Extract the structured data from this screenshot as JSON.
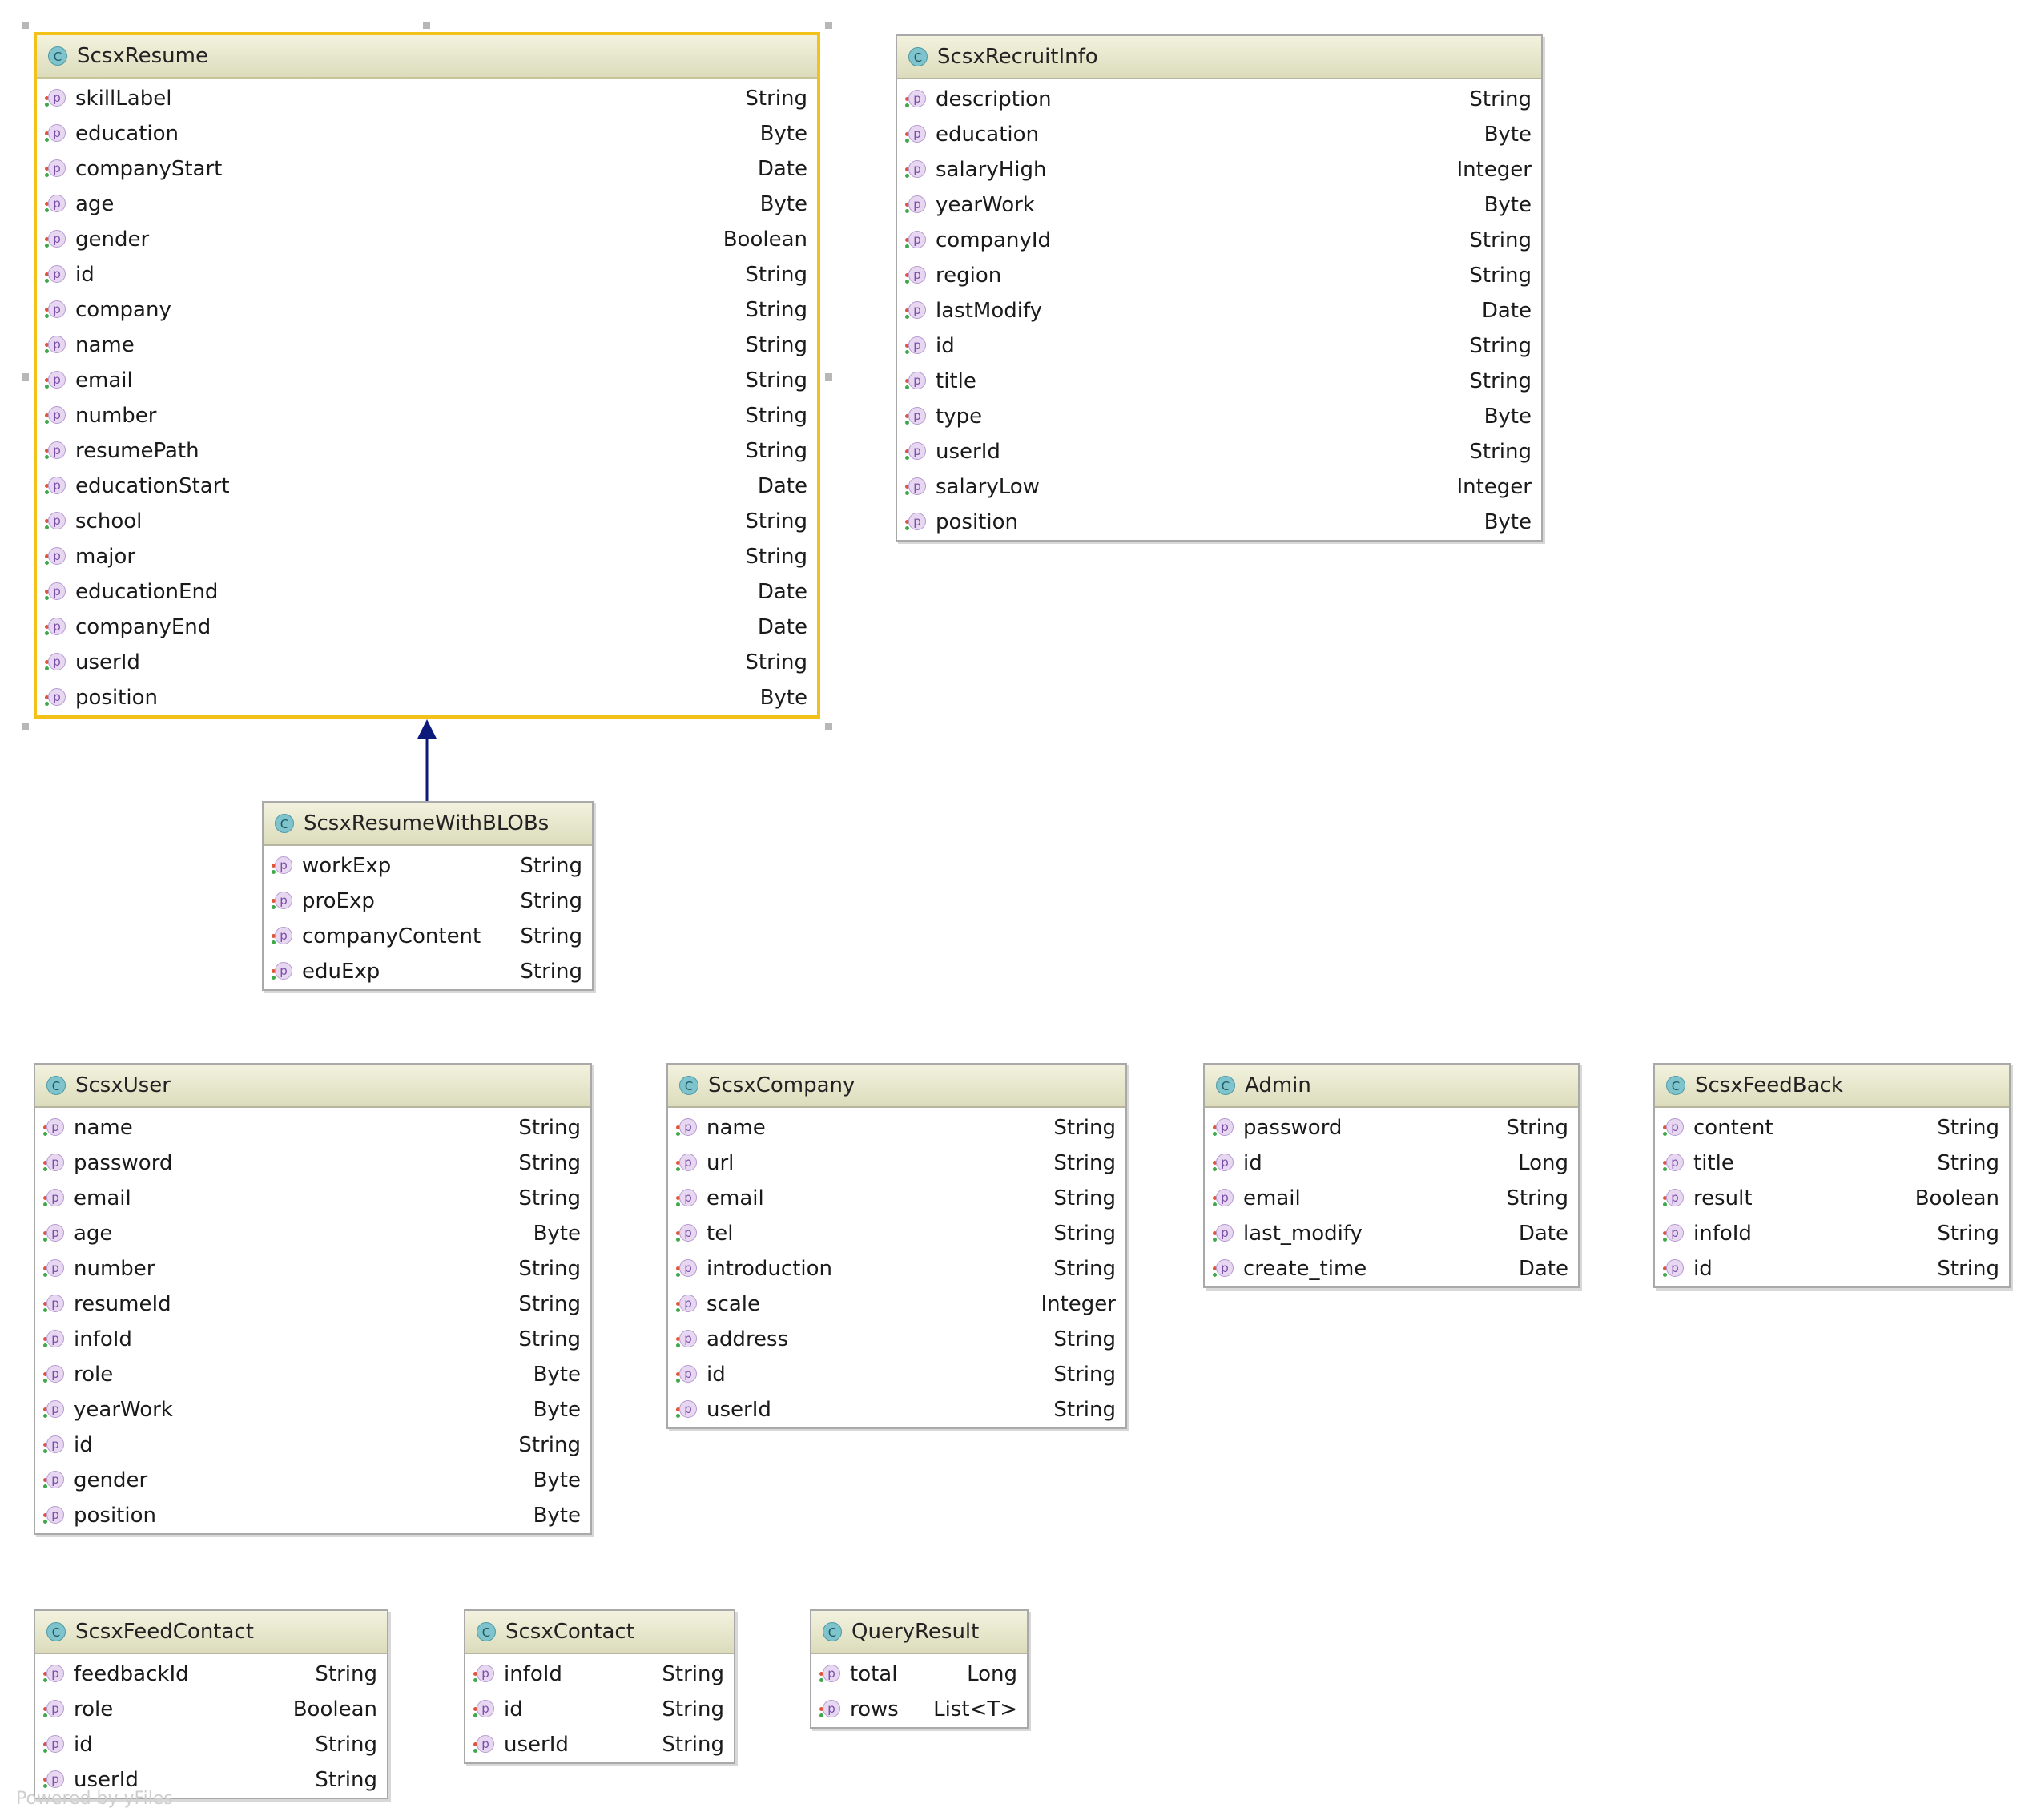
{
  "diagram": {
    "classes": [
      {
        "id": "ScsxResume",
        "name": "ScsxResume",
        "selected": true,
        "fields": [
          {
            "name": "skillLabel",
            "type": "String"
          },
          {
            "name": "education",
            "type": "Byte"
          },
          {
            "name": "companyStart",
            "type": "Date"
          },
          {
            "name": "age",
            "type": "Byte"
          },
          {
            "name": "gender",
            "type": "Boolean"
          },
          {
            "name": "id",
            "type": "String"
          },
          {
            "name": "company",
            "type": "String"
          },
          {
            "name": "name",
            "type": "String"
          },
          {
            "name": "email",
            "type": "String"
          },
          {
            "name": "number",
            "type": "String"
          },
          {
            "name": "resumePath",
            "type": "String"
          },
          {
            "name": "educationStart",
            "type": "Date"
          },
          {
            "name": "school",
            "type": "String"
          },
          {
            "name": "major",
            "type": "String"
          },
          {
            "name": "educationEnd",
            "type": "Date"
          },
          {
            "name": "companyEnd",
            "type": "Date"
          },
          {
            "name": "userId",
            "type": "String"
          },
          {
            "name": "position",
            "type": "Byte"
          }
        ]
      },
      {
        "id": "ScsxRecruitInfo",
        "name": "ScsxRecruitInfo",
        "selected": false,
        "fields": [
          {
            "name": "description",
            "type": "String"
          },
          {
            "name": "education",
            "type": "Byte"
          },
          {
            "name": "salaryHigh",
            "type": "Integer"
          },
          {
            "name": "yearWork",
            "type": "Byte"
          },
          {
            "name": "companyId",
            "type": "String"
          },
          {
            "name": "region",
            "type": "String"
          },
          {
            "name": "lastModify",
            "type": "Date"
          },
          {
            "name": "id",
            "type": "String"
          },
          {
            "name": "title",
            "type": "String"
          },
          {
            "name": "type",
            "type": "Byte"
          },
          {
            "name": "userId",
            "type": "String"
          },
          {
            "name": "salaryLow",
            "type": "Integer"
          },
          {
            "name": "position",
            "type": "Byte"
          }
        ]
      },
      {
        "id": "ScsxResumeWithBLOBs",
        "name": "ScsxResumeWithBLOBs",
        "selected": false,
        "fields": [
          {
            "name": "workExp",
            "type": "String"
          },
          {
            "name": "proExp",
            "type": "String"
          },
          {
            "name": "companyContent",
            "type": "String"
          },
          {
            "name": "eduExp",
            "type": "String"
          }
        ]
      },
      {
        "id": "ScsxUser",
        "name": "ScsxUser",
        "selected": false,
        "fields": [
          {
            "name": "name",
            "type": "String"
          },
          {
            "name": "password",
            "type": "String"
          },
          {
            "name": "email",
            "type": "String"
          },
          {
            "name": "age",
            "type": "Byte"
          },
          {
            "name": "number",
            "type": "String"
          },
          {
            "name": "resumeId",
            "type": "String"
          },
          {
            "name": "infoId",
            "type": "String"
          },
          {
            "name": "role",
            "type": "Byte"
          },
          {
            "name": "yearWork",
            "type": "Byte"
          },
          {
            "name": "id",
            "type": "String"
          },
          {
            "name": "gender",
            "type": "Byte"
          },
          {
            "name": "position",
            "type": "Byte"
          }
        ]
      },
      {
        "id": "ScsxCompany",
        "name": "ScsxCompany",
        "selected": false,
        "fields": [
          {
            "name": "name",
            "type": "String"
          },
          {
            "name": "url",
            "type": "String"
          },
          {
            "name": "email",
            "type": "String"
          },
          {
            "name": "tel",
            "type": "String"
          },
          {
            "name": "introduction",
            "type": "String"
          },
          {
            "name": "scale",
            "type": "Integer"
          },
          {
            "name": "address",
            "type": "String"
          },
          {
            "name": "id",
            "type": "String"
          },
          {
            "name": "userId",
            "type": "String"
          }
        ]
      },
      {
        "id": "Admin",
        "name": "Admin",
        "selected": false,
        "fields": [
          {
            "name": "password",
            "type": "String"
          },
          {
            "name": "id",
            "type": "Long"
          },
          {
            "name": "email",
            "type": "String"
          },
          {
            "name": "last_modify",
            "type": "Date"
          },
          {
            "name": "create_time",
            "type": "Date"
          }
        ]
      },
      {
        "id": "ScsxFeedBack",
        "name": "ScsxFeedBack",
        "selected": false,
        "fields": [
          {
            "name": "content",
            "type": "String"
          },
          {
            "name": "title",
            "type": "String"
          },
          {
            "name": "result",
            "type": "Boolean"
          },
          {
            "name": "infoId",
            "type": "String"
          },
          {
            "name": "id",
            "type": "String"
          }
        ]
      },
      {
        "id": "ScsxFeedContact",
        "name": "ScsxFeedContact",
        "selected": false,
        "fields": [
          {
            "name": "feedbackId",
            "type": "String"
          },
          {
            "name": "role",
            "type": "Boolean"
          },
          {
            "name": "id",
            "type": "String"
          },
          {
            "name": "userId",
            "type": "String"
          }
        ]
      },
      {
        "id": "ScsxContact",
        "name": "ScsxContact",
        "selected": false,
        "fields": [
          {
            "name": "infoId",
            "type": "String"
          },
          {
            "name": "id",
            "type": "String"
          },
          {
            "name": "userId",
            "type": "String"
          }
        ]
      },
      {
        "id": "QueryResult",
        "name": "QueryResult",
        "selected": false,
        "fields": [
          {
            "name": "total",
            "type": "Long"
          },
          {
            "name": "rows",
            "type": "List<T>"
          }
        ]
      }
    ],
    "relations": [
      {
        "type": "inheritance",
        "from": "ScsxResumeWithBLOBs",
        "to": "ScsxResume"
      }
    ],
    "icons": {
      "class": "C",
      "property": "p"
    },
    "colors": {
      "selection_border": "#f2c21b",
      "arrow": "#0b1a7a",
      "header_top": "#f3f2df",
      "header_bottom": "#dcdcbc"
    }
  },
  "footer": "Powered by yFiles"
}
